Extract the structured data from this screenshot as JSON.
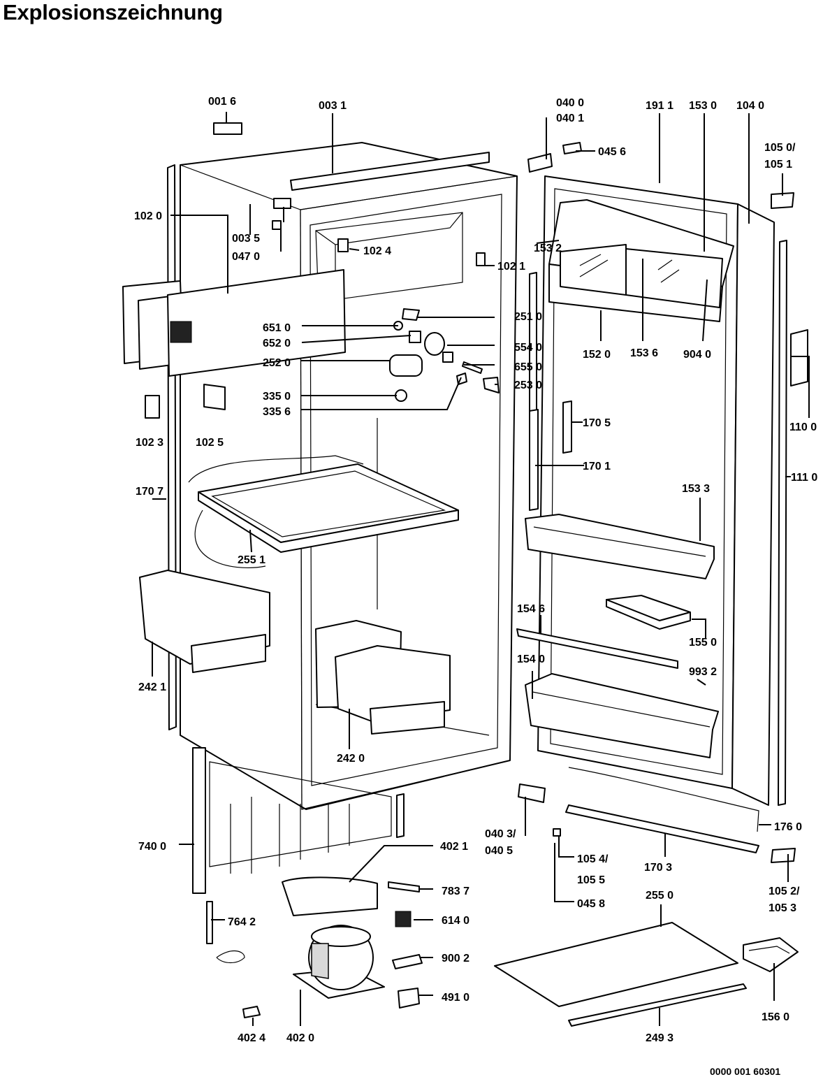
{
  "page": {
    "title": "Explosionszeichnung",
    "document_number": "0000 001 60301"
  },
  "labels": {
    "l0016": "001 6",
    "l0031": "003 1",
    "l0400": "040 0",
    "l0401": "040 1",
    "l0456": "045 6",
    "l1911": "191 1",
    "l1530": "153 0",
    "l1040": "104 0",
    "l1050": "105 0/",
    "l1051": "105 1",
    "l1020": "102 0",
    "l0035": "003 5",
    "l0470": "047 0",
    "l1024": "102 4",
    "l1532": "153 2",
    "l1021": "102 1",
    "l2510": "251 0",
    "l6510": "651 0",
    "l6520": "652 0",
    "l5540": "554 0",
    "l1520": "152 0",
    "l1536": "153 6",
    "l9040": "904 0",
    "l2520": "252 0",
    "l6550": "655 0",
    "l2530": "253 0",
    "l3350": "335 0",
    "l3356": "335 6",
    "l1023": "102 3",
    "l1025": "102 5",
    "l1705": "170 5",
    "l1100": "110 0",
    "l1701": "170 1",
    "l1707": "170 7",
    "l1110": "111 0",
    "l1533": "153 3",
    "l2551": "255 1",
    "l1546": "154 6",
    "l1550": "155 0",
    "l1540": "154 0",
    "l9932": "993 2",
    "l2421": "242 1",
    "l2420": "242 0",
    "l7400": "740 0",
    "l4021": "402 1",
    "l0403": "040 3/",
    "l0405": "040 5",
    "l1054": "105 4/",
    "l1055": "105 5",
    "l1703": "170 3",
    "l1760": "176 0",
    "l7837": "783 7",
    "l0458": "045 8",
    "l1052": "105 2/",
    "l1053": "105 3",
    "l7642": "764 2",
    "l6140": "614 0",
    "l2550": "255 0",
    "l9002": "900 2",
    "l4910": "491 0",
    "l1560": "156 0",
    "l4024": "402 4",
    "l4020": "402 0",
    "l2493": "249 3"
  }
}
